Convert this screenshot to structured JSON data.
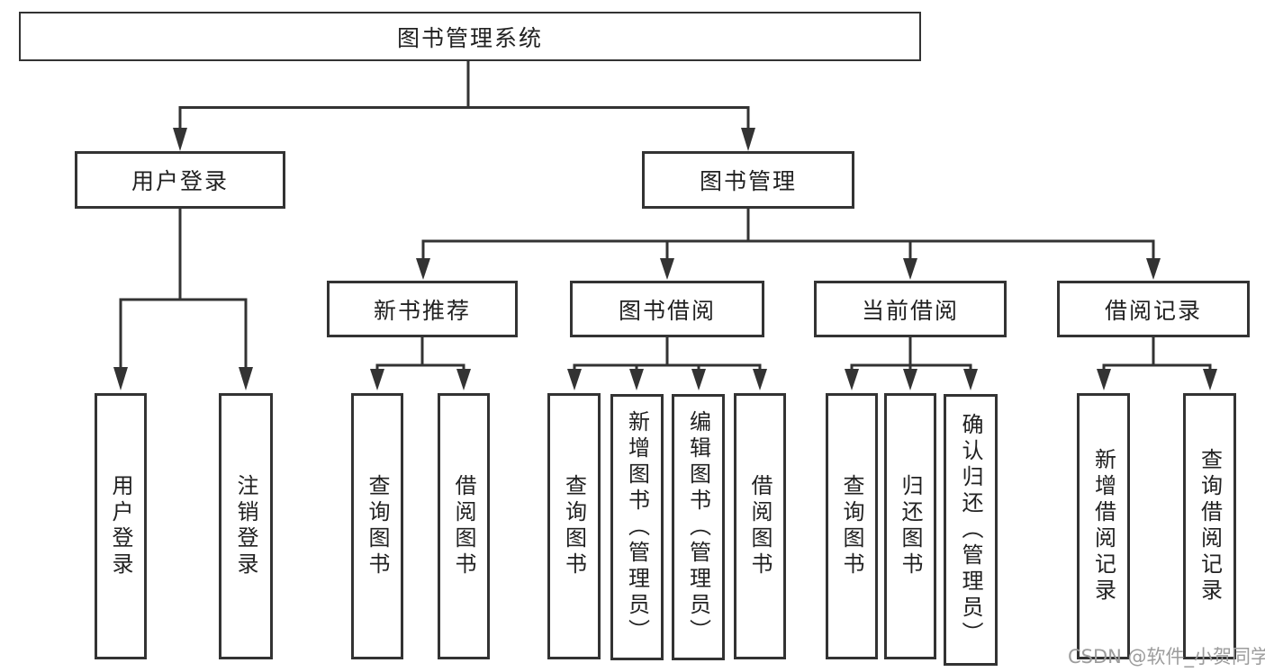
{
  "colors": {
    "line": "#333333",
    "text": "#212121",
    "background": "#ffffff",
    "watermark_gray": "#9c9c9c"
  },
  "watermark": "CSDN @软件_小贺同学",
  "tree": {
    "root": "图书管理系统",
    "branches": [
      {
        "label": "用户登录",
        "children": [
          "用户登录",
          "注销登录"
        ]
      },
      {
        "label": "图书管理",
        "groups": [
          {
            "label": "新书推荐",
            "children": [
              "查询图书",
              "借阅图书"
            ]
          },
          {
            "label": "图书借阅",
            "children": [
              "查询图书",
              "新增图书（管理员）",
              "编辑图书（管理员）",
              "借阅图书"
            ]
          },
          {
            "label": "当前借阅",
            "children": [
              "查询图书",
              "归还图书",
              "确认归还（管理员）"
            ]
          },
          {
            "label": "借阅记录",
            "children": [
              "新增借阅记录",
              "查询借阅记录"
            ]
          }
        ]
      }
    ]
  }
}
